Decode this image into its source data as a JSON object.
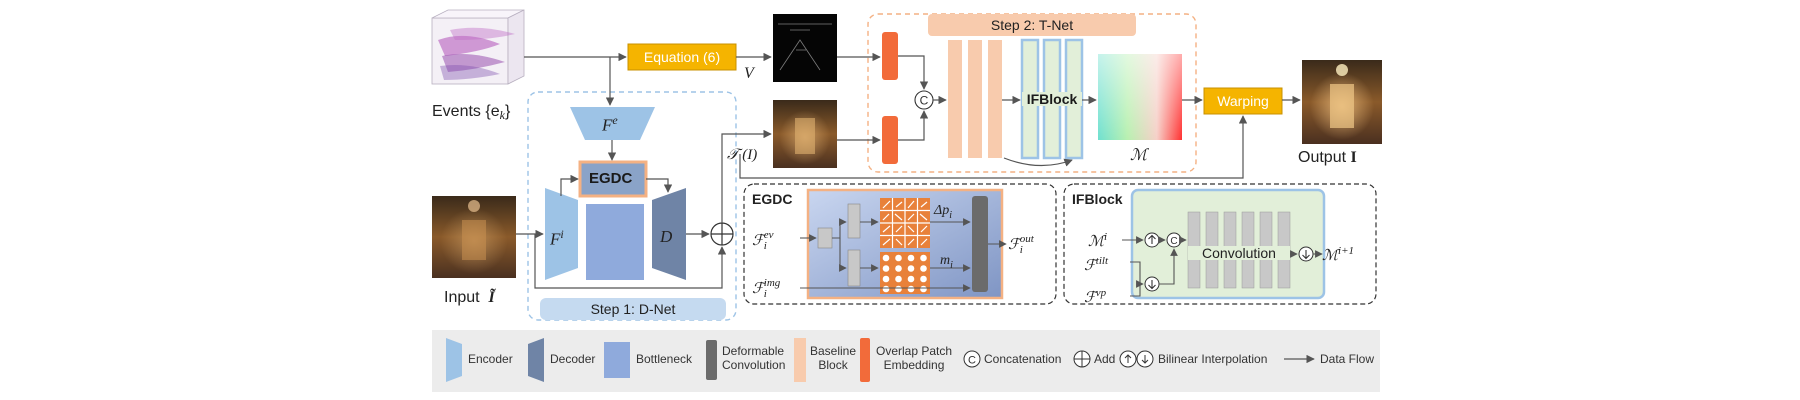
{
  "inputs": {
    "events_label": "Events {e",
    "events_sub": "k",
    "events_close": "}",
    "input_label": "Input",
    "input_symbol": "Ĩ",
    "output_label": "Output",
    "output_symbol": "I"
  },
  "dnet": {
    "title": "Step 1: D-Net",
    "fe_label": "F",
    "fe_sup": "e",
    "fi_label": "F",
    "fi_sup": "i",
    "d_label": "D",
    "egdc_label": "EGDC"
  },
  "tnet": {
    "title": "Step 2: T-Net",
    "equation_label": "Equation (6)",
    "v_label": "V",
    "t_label": "𝒯 (I)",
    "ifblock_label": "IFBlock",
    "m_label": "ℳ",
    "warping_label": "Warping"
  },
  "egdc_panel": {
    "title": "EGDC",
    "f_ev": "ℱ",
    "f_ev_sup": "ev",
    "f_ev_sub": "i",
    "f_img": "ℱ",
    "f_img_sup": "img",
    "f_img_sub": "i",
    "delta_p": "Δp",
    "delta_p_sub": "i",
    "m_i": "m",
    "m_i_sub": "i",
    "f_out": "ℱ",
    "f_out_sup": "out",
    "f_out_sub": "i"
  },
  "ifblock_panel": {
    "title": "IFBlock",
    "m_in": "ℳ",
    "m_in_sup": "i",
    "f_tilt": "ℱ",
    "f_tilt_sup": "tilt",
    "f_vp": "ℱ",
    "f_vp_sup": "vp",
    "conv_label": "Convolution",
    "m_out": "ℳ",
    "m_out_sup": "i+1"
  },
  "legend": {
    "encoder": "Encoder",
    "decoder": "Decoder",
    "bottleneck": "Bottleneck",
    "deform_1": "Deformable",
    "deform_2": "Convolution",
    "baseline_1": "Baseline",
    "baseline_2": "Block",
    "overlap_1": "Overlap Patch",
    "overlap_2": "Embedding",
    "concat": "Concatenation",
    "add": "Add",
    "bilinear": "Bilinear Interpolation",
    "flow": "Data Flow"
  },
  "colors": {
    "encoder": "#9dc3e6",
    "decoder": "#6f84a6",
    "bottleneck": "#8faadc",
    "deform": "#6b6b6b",
    "baseline": "#f8cbad",
    "overlap": "#f26b3a",
    "equation": "#f5b400",
    "step1_box": "#9dc3e6",
    "step2_box": "#f4b183",
    "ifblock_fill": "#e2efd9"
  }
}
